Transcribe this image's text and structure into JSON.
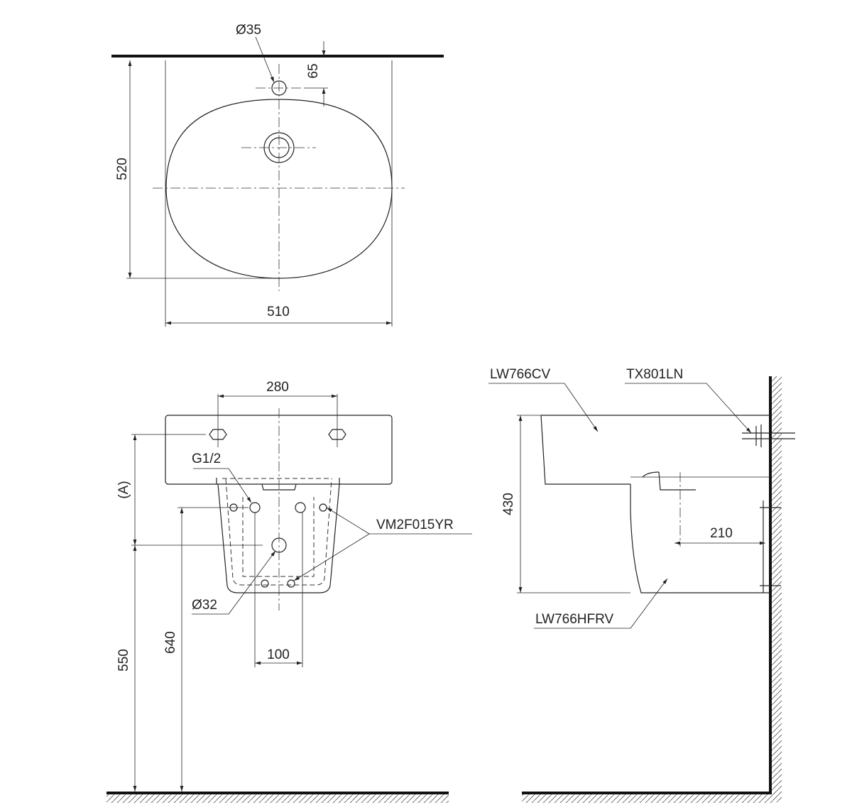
{
  "top_view": {
    "hole_dia": "Ø35",
    "hole_offset": "65",
    "depth": "520",
    "width": "510"
  },
  "front_view": {
    "tap_spacing": "280",
    "thread": "G1/2",
    "height_a": "(A)",
    "fixing_kit": "VM2F015YR",
    "drain_dia": "Ø32",
    "height_550": "550",
    "height_640": "640",
    "drain_spacing": "100"
  },
  "side_view": {
    "basin_model": "LW766CV",
    "bracket_model": "TX801LN",
    "height": "430",
    "projection": "210",
    "pedestal_model": "LW766HFRV"
  }
}
